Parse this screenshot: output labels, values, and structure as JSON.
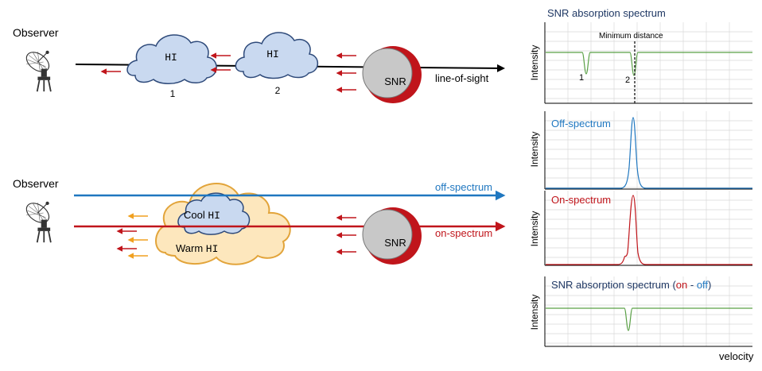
{
  "colors": {
    "black": "#000000",
    "off_blue": "#1f77c0",
    "on_red": "#c0151b",
    "navy_title": "#1f3864",
    "hi_cloud_fill": "#c9d9f0",
    "hi_cloud_stroke": "#2e4a7a",
    "warm_cloud_fill": "#fde7bd",
    "warm_cloud_stroke": "#e2a43a",
    "snr_gray": "#c8c8c8",
    "snr_red": "#c0151b",
    "arrow_red": "#c0151b",
    "arrow_orange": "#f0a020",
    "green_line": "#5aa046",
    "grid": "#d9d9d9"
  },
  "top_scene": {
    "observer_label": "Observer",
    "cloud1_label": "HI",
    "cloud2_label": "HI",
    "cloud1_number": "1",
    "cloud2_number": "2",
    "snr_label": "SNR",
    "sightline_label": "line-of-sight"
  },
  "bottom_scene": {
    "observer_label": "Observer",
    "cool_label_prefix": "Cool ",
    "cool_label_hi": "HI",
    "warm_label_prefix": "Warm ",
    "warm_label_hi": "HI",
    "snr_label": "SNR",
    "off_label": "off-spectrum",
    "on_label": "on-spectrum"
  },
  "panels": {
    "p1": {
      "title": "SNR absorption spectrum",
      "ylabel": "Intensity",
      "annotation": "Minimum distance",
      "dip1_label": "1",
      "dip2_label": "2"
    },
    "p2": {
      "title": "Off-spectrum",
      "ylabel": "Intensity"
    },
    "p3": {
      "title": "On-spectrum",
      "ylabel": "Intensity"
    },
    "p4": {
      "title_a": "SNR absorption spectrum (",
      "title_on": "on",
      "title_mid": " - ",
      "title_off": "off",
      "title_b": ")",
      "ylabel": "Intensity"
    },
    "xlabel": "velocity"
  }
}
